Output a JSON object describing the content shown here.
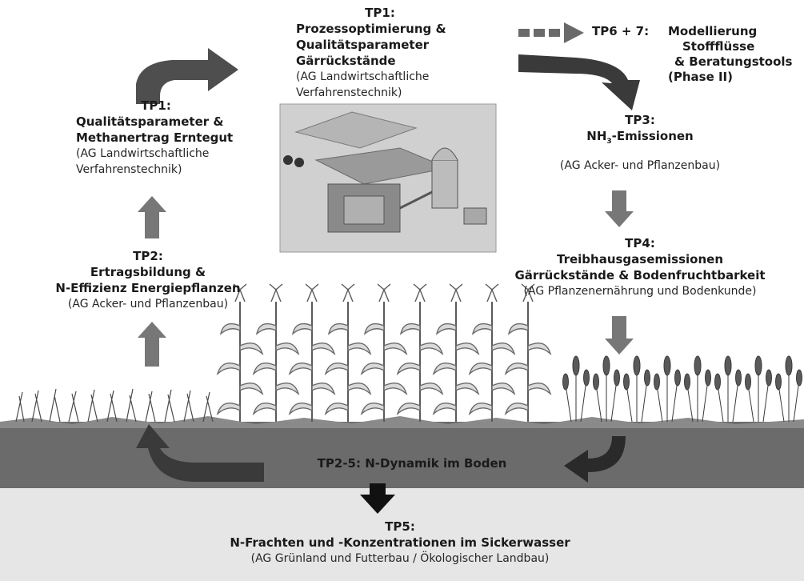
{
  "colors": {
    "soil": "#6b6b6b",
    "water": "#e6e6e6",
    "arrow": "#5a5a5a",
    "arrow_dark": "#2a2a2a"
  },
  "tp1_process": {
    "title": "TP1:",
    "line1": "Prozessoptimierung &",
    "line2": "Qualitätsparameter",
    "line3": "Gärrückstände",
    "group1": "(AG Landwirtschaftliche",
    "group2": "Verfahrenstechnik)"
  },
  "tp67": {
    "title": "TP6 + 7:",
    "line1": "Modellierung",
    "line2": "Stoffflüsse",
    "line3": "& Beratungstools",
    "line4": "(Phase II)"
  },
  "tp1_quality": {
    "title": "TP1:",
    "line1": "Qualitätsparameter &",
    "line2": "Methanertrag Erntegut",
    "group1": "(AG Landwirtschaftliche",
    "group2": "Verfahrenstechnik)"
  },
  "tp3": {
    "title_main": "NH",
    "title_sub": "3",
    "title_rest": "-Emissionen",
    "label": "TP3:",
    "group": "(AG Acker- und Pflanzenbau)"
  },
  "tp2": {
    "title": "TP2:",
    "line1": "Ertragsbildung &",
    "line2": "N-Effizienz Energiepflanzen",
    "group": "(AG Acker- und Pflanzenbau)"
  },
  "tp4": {
    "title": "TP4:",
    "line1": "Treibhausgasemissionen",
    "line2": "Gärrückstände & Bodenfruchtbarkeit",
    "group": "(AG Pflanzenernährung und Bodenkunde)"
  },
  "soil": {
    "label": "TP2-5: N-Dynamik im Boden"
  },
  "tp5": {
    "title": "TP5:",
    "line1": "N-Frachten und -Konzentrationen im Sickerwasser",
    "group": "(AG Grünland und Futterbau / Ökologischer Landbau)"
  }
}
